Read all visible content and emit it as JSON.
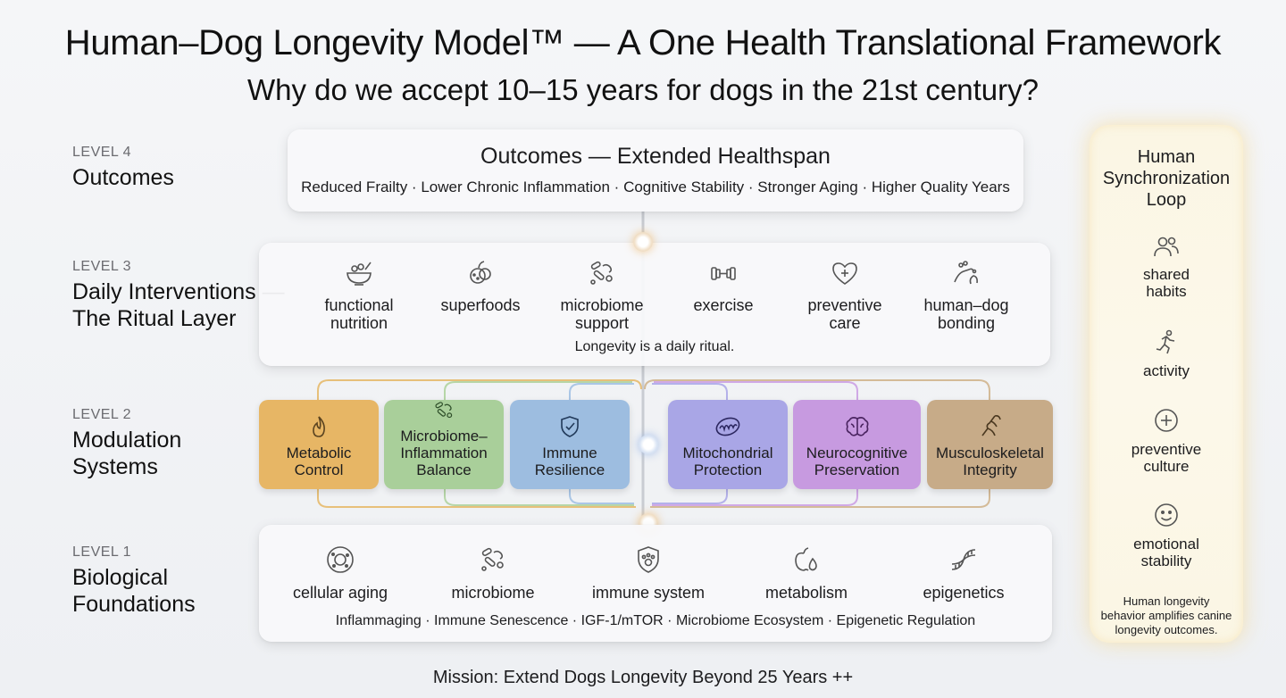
{
  "title": "Human–Dog Longevity Model™ — A One Health Translational Framework",
  "subtitle": "Why do we accept 10–15 years for dogs in the 21st century?",
  "levels": {
    "l4": {
      "label": "LEVEL 4",
      "name": "Outcomes"
    },
    "l3": {
      "label": "LEVEL 3",
      "name_line1": "Daily Interventions —",
      "name_line2": "The Ritual Layer"
    },
    "l2": {
      "label": "LEVEL 2",
      "name_line1": "Modulation",
      "name_line2": "Systems"
    },
    "l1": {
      "label": "LEVEL 1",
      "name_line1": "Biological",
      "name_line2": "Foundations"
    }
  },
  "outcomes": {
    "title": "Outcomes — Extended Healthspan",
    "items": "Reduced Frailty · Lower Chronic Inflammation · Cognitive Stability · Stronger Aging · Higher Quality Years"
  },
  "rituals": {
    "items": [
      {
        "line1": "functional",
        "line2": "nutrition",
        "icon": "bowl-icon"
      },
      {
        "line1": "superfoods",
        "line2": "",
        "icon": "fruit-icon"
      },
      {
        "line1": "microbiome",
        "line2": "support",
        "icon": "bacteria-icon"
      },
      {
        "line1": "exercise",
        "line2": "",
        "icon": "dumbbell-icon"
      },
      {
        "line1": "preventive",
        "line2": "care",
        "icon": "heart-plus-icon"
      },
      {
        "line1": "human–dog",
        "line2": "bonding",
        "icon": "hand-paw-icon"
      }
    ],
    "caption": "Longevity is a daily ritual."
  },
  "modulation": [
    {
      "line1": "Metabolic",
      "line2": "Control",
      "line3": "",
      "color": "#e7b665",
      "icon": "flame-icon"
    },
    {
      "line1": "Microbiome–",
      "line2": "Inflammation",
      "line3": "Balance",
      "color": "#a9cf9a",
      "icon": "bacteria-icon"
    },
    {
      "line1": "Immune",
      "line2": "Resilience",
      "line3": "",
      "color": "#9dbde0",
      "icon": "shield-check-icon"
    },
    {
      "line1": "Mitochondrial",
      "line2": "Protection",
      "line3": "",
      "color": "#a9a6e6",
      "icon": "mitochondria-icon"
    },
    {
      "line1": "Neurocognitive",
      "line2": "Preservation",
      "line3": "",
      "color": "#c79ae0",
      "icon": "brain-icon"
    },
    {
      "line1": "Musculoskeletal",
      "line2": "Integrity",
      "line3": "",
      "color": "#c7ab88",
      "icon": "joint-icon"
    }
  ],
  "foundations": {
    "items": [
      {
        "label": "cellular aging",
        "icon": "cell-icon"
      },
      {
        "label": "microbiome",
        "icon": "bacteria-icon"
      },
      {
        "label": "immune system",
        "icon": "shield-paw-icon"
      },
      {
        "label": "metabolism",
        "icon": "apple-drop-icon"
      },
      {
        "label": "epigenetics",
        "icon": "dna-icon"
      }
    ],
    "caption": "Inflammaging · Immune Senescence · IGF-1/mTOR · Microbiome Ecosystem · Epigenetic Regulation"
  },
  "loop": {
    "title_line1": "Human",
    "title_line2": "Synchronization",
    "title_line3": "Loop",
    "items": [
      {
        "line1": "shared",
        "line2": "habits",
        "icon": "people-icon"
      },
      {
        "line1": "activity",
        "line2": "",
        "icon": "runner-icon"
      },
      {
        "line1": "preventive",
        "line2": "culture",
        "icon": "plus-circle-icon"
      },
      {
        "line1": "emotional",
        "line2": "stability",
        "icon": "smile-icon"
      }
    ],
    "footer_line1": "Human longevity",
    "footer_line2": "behavior amplifies canine",
    "footer_line3": "longevity outcomes."
  },
  "mission": "Mission: Extend Dogs Longevity Beyond 25 Years ++",
  "colors": {
    "accent_glow": "#e6c8a0",
    "loop_bg": "#fbf6e4"
  }
}
